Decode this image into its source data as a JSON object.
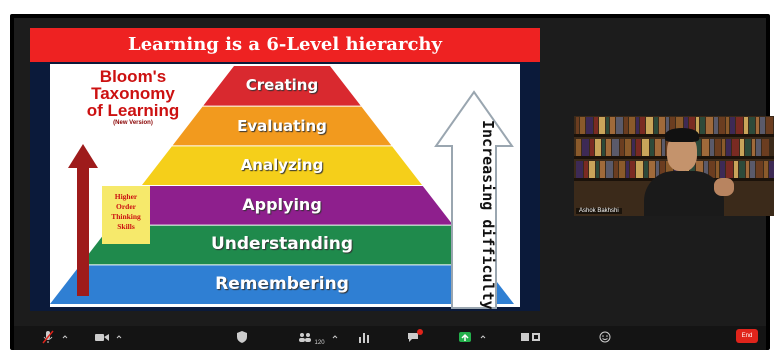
{
  "slide": {
    "title": "Learning is a 6-Level hierarchy",
    "bloom_lines": [
      "Bloom's",
      "Taxonomy",
      "of Learning"
    ],
    "bloom_sub": "(New Version)",
    "hots_lines": [
      "Higher",
      "Order",
      "Thinking",
      "Skills"
    ],
    "levels": [
      {
        "label": "Creating",
        "color": "#d9292f"
      },
      {
        "label": "Evaluating",
        "color": "#f29a1e"
      },
      {
        "label": "Analyzing",
        "color": "#f5cf1a"
      },
      {
        "label": "Applying",
        "color": "#8e1f8d"
      },
      {
        "label": "Understanding",
        "color": "#1f8a4c"
      },
      {
        "label": "Remembering",
        "color": "#2f7fd3"
      }
    ],
    "difficulty_label": "Increasing difficulty"
  },
  "participant": {
    "name": "Ashok Bakhshi"
  },
  "toolbar": {
    "participants_count": "120",
    "chat_badge": "1",
    "end_label": "End"
  }
}
